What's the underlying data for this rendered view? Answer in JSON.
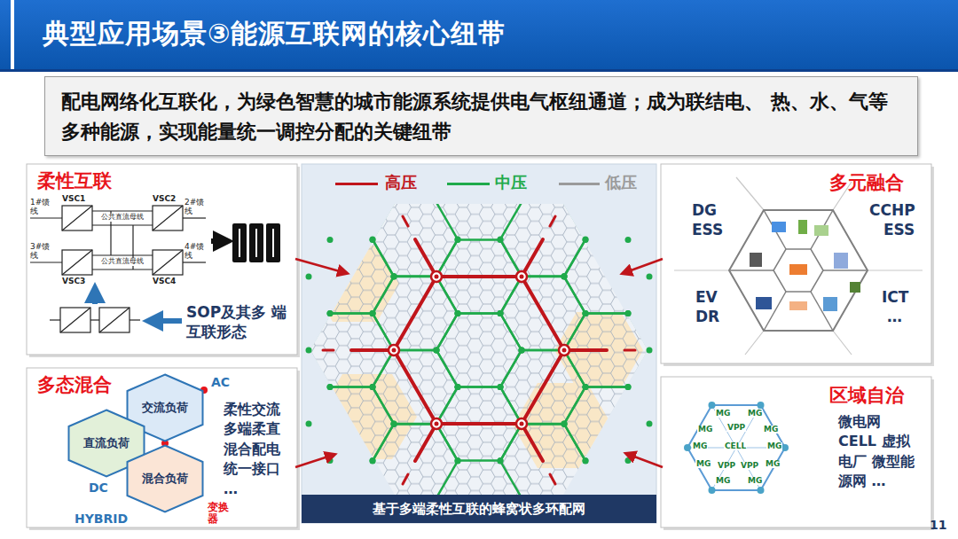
{
  "diagram": {
    "title": "典型应用场景③能源互联网的核心纽带",
    "caption": "基于多端柔性互联的蜂窝状多环配网",
    "nodes": [
      {
        "text": [
          "配电网络化互联化，为绿色智慧的城市能源系统提供电气枢纽通道；成为联结电、 热、水、气等多种能源，实现能量统一调控分配的关键纽带"
        ]
      },
      {
        "text": [
          "柔性互联",
          "SOP及其多 端互联形态"
        ]
      },
      {
        "text": [
          "多态混合",
          "柔性交流 多端柔直 混合配电 统一接口 …"
        ]
      },
      {
        "text": [
          "交流负荷"
        ],
        "in": 2
      },
      {
        "text": [
          "直流负荷"
        ],
        "in": 2
      },
      {
        "text": [
          "混合负荷"
        ],
        "in": 2
      },
      {
        "text": [
          "多元融合"
        ]
      },
      {
        "text": [
          "区域自治",
          "微电网 CELL 虚拟电厂 微型能源网 …"
        ]
      }
    ],
    "labels": [
      "1#馈 线",
      "2#馈 线",
      "3#馈 线",
      "4#馈 线",
      "VSC1",
      "VSC2",
      "VSC3",
      "VSC4",
      "公共直流母线",
      "公共直流母线",
      "AC",
      "DC",
      "HYBRID",
      "变换 器",
      "DG",
      "ESS",
      "CCHP",
      "ESS",
      "EV",
      "DR",
      "ICT",
      "…",
      "MG",
      "MG",
      "MG",
      "VPP",
      "MG",
      "MG",
      "CELL",
      "MG",
      "MG",
      "VPP",
      "VPP",
      "MG",
      "MG",
      "MG",
      "11"
    ],
    "legend": [
      {
        "text": "高压"
      },
      {
        "text": "中压"
      },
      {
        "text": "低压"
      }
    ]
  }
}
